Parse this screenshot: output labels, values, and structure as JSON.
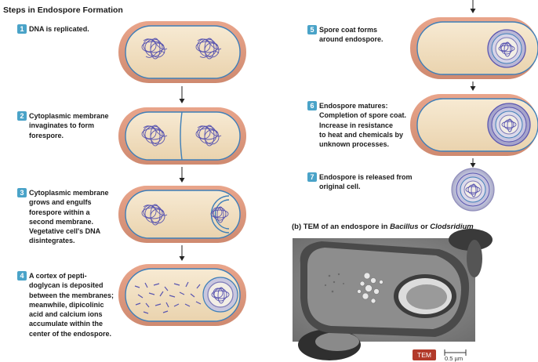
{
  "title": "Steps in Endospore Formation",
  "steps": [
    {
      "num": "1",
      "text": "DNA is replicated."
    },
    {
      "num": "2",
      "text": "Cytoplasmic membrane\ninvaginates to form\nforespore."
    },
    {
      "num": "3",
      "text": "Cytoplasmic membrane\ngrows and engulfs\nforespore within a\nsecond membrane.\nVegetative cell's DNA\ndisintegrates."
    },
    {
      "num": "4",
      "text": "A cortex of pepti-\ndoglycan is deposited\nbetween the membranes;\nmeanwhile, dipicolinic\nacid and calcium ions\naccumulate within the\ncenter of the endospore."
    },
    {
      "num": "5",
      "text": "Spore coat forms\naround endospore."
    },
    {
      "num": "6",
      "text": "Endospore matures:\nCompletion of spore coat.\nIncrease in resistance\nto heat and chemicals by\nunknown processes."
    },
    {
      "num": "7",
      "text": "Endospore is released from\noriginal cell."
    }
  ],
  "tem": {
    "caption_prefix": "(b) TEM of an endospore in ",
    "genus1": "Bacillus",
    "caption_or": " or ",
    "genus2": "Clodsridium",
    "badge": "TEM",
    "scale": "0.5 µm"
  },
  "colors": {
    "badge": "#4aa3c8",
    "cell_wall": "#e8a48a",
    "cytoplasm": "#f2dfc0",
    "membrane": "#3f7fb8",
    "dna": "#5a56b0",
    "tem_badge": "#b23a2a"
  }
}
